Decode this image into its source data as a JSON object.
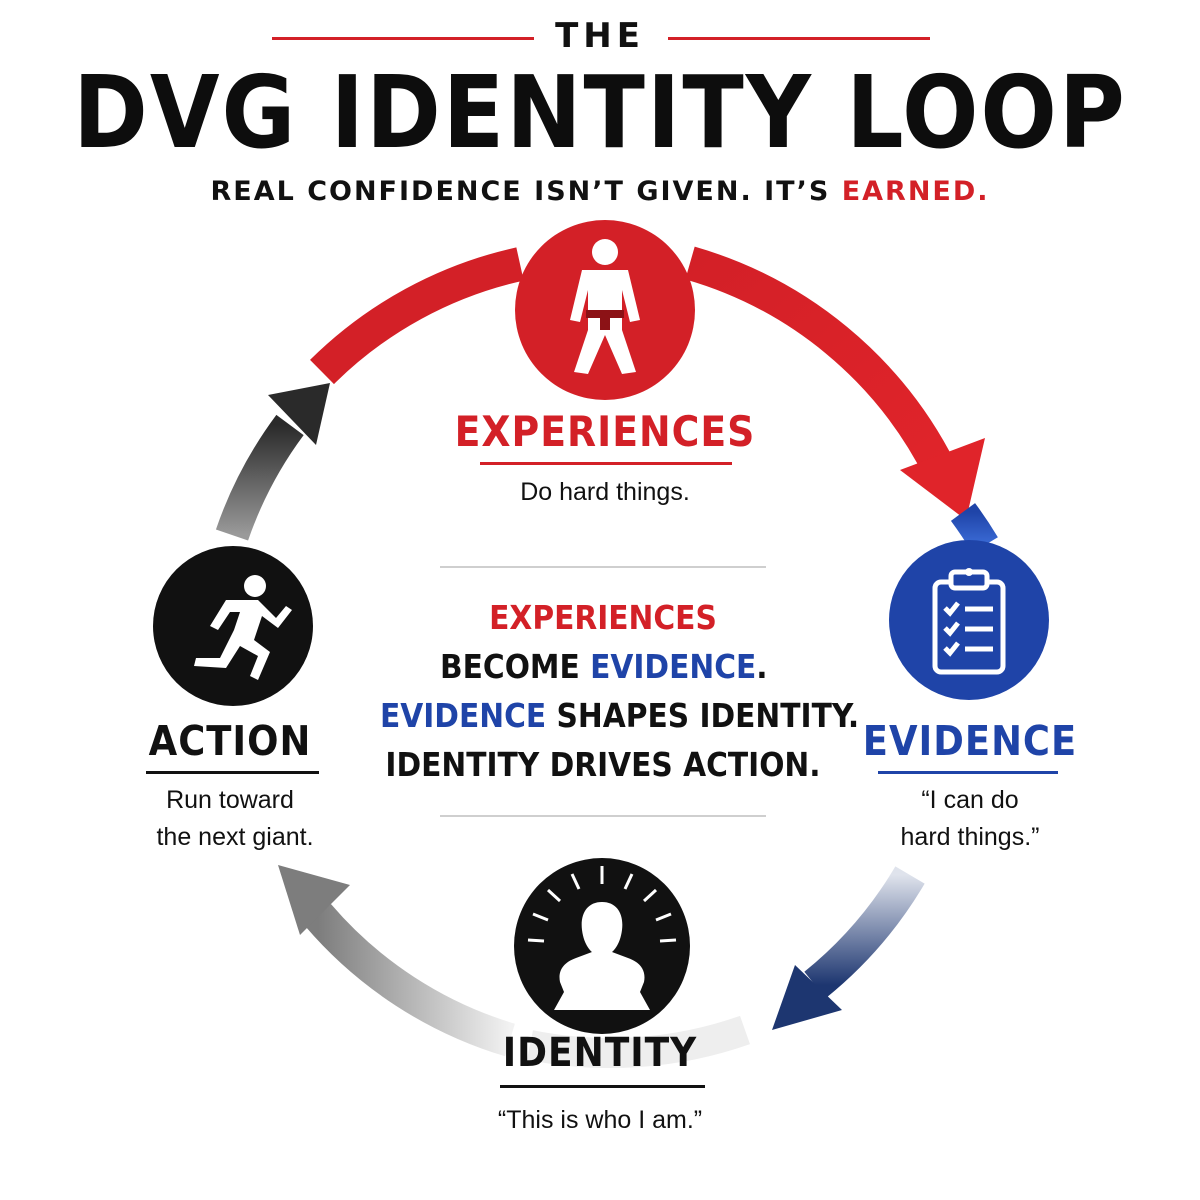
{
  "header": {
    "kicker": "THE",
    "title": "DVG IDENTITY LOOP",
    "subtitle_lead": "REAL CONFIDENCE ISN’T GIVEN. IT’S ",
    "subtitle_emphasis": "EARNED."
  },
  "stages": {
    "experiences": {
      "name": "EXPERIENCES",
      "description": "Do hard things.",
      "icon": "karate-figure-icon"
    },
    "evidence": {
      "name": "EVIDENCE",
      "description_line1": "“I can do",
      "description_line2": "hard things.”",
      "icon": "clipboard-checklist-icon"
    },
    "identity": {
      "name": "IDENTITY",
      "description": "“This is who I am.”",
      "icon": "radiant-person-icon"
    },
    "action": {
      "name": "ACTION",
      "description_line1": "Run toward",
      "description_line2": "the next giant.",
      "icon": "runner-icon"
    }
  },
  "center": {
    "line1": "EXPERIENCES",
    "line2_lead": "BECOME ",
    "line2_emphasis": "EVIDENCE",
    "line2_tail": ".",
    "line3_lead": "EVIDENCE",
    "line3_tail": " SHAPES IDENTITY.",
    "line4": "IDENTITY DRIVES ACTION."
  },
  "colors": {
    "red": "#d32027",
    "blue": "#1f44a8",
    "black": "#111111",
    "navy": "#1d3670",
    "gray": "#8a8a8a"
  }
}
